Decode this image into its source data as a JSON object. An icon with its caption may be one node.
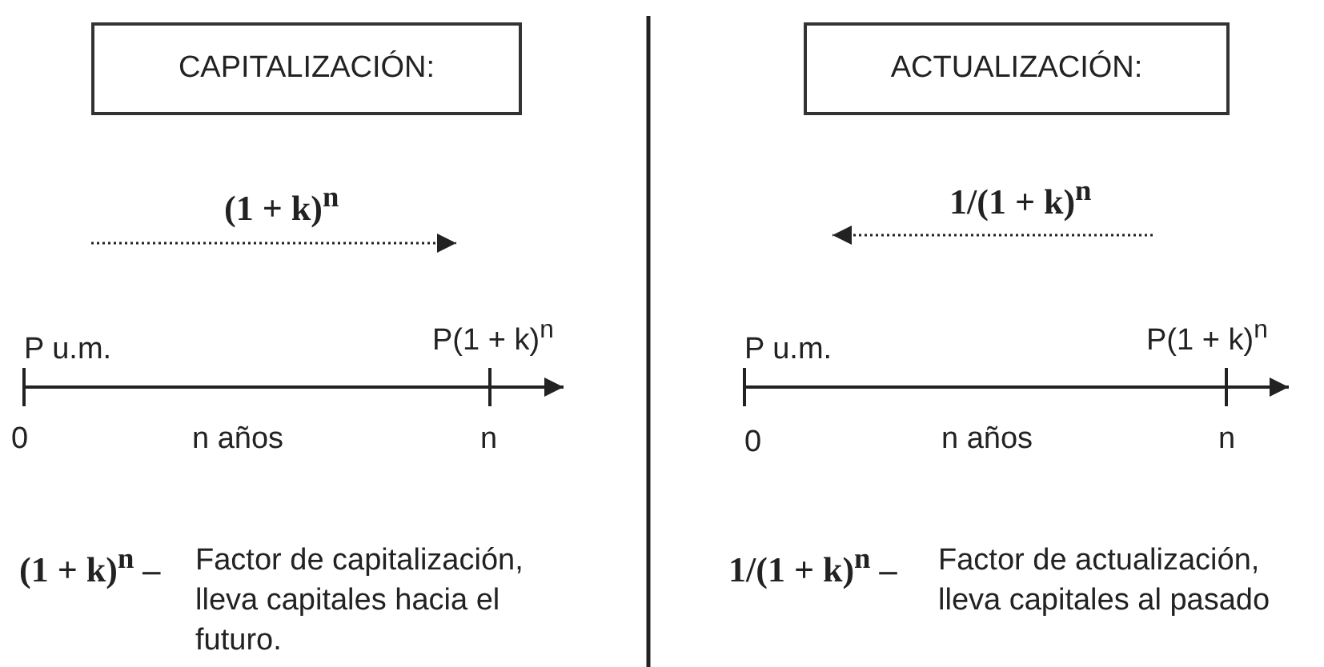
{
  "diagram": {
    "nodes": [
      {
        "text": [
          "CAPITALIZACIÓN:"
        ]
      },
      {
        "text": [
          "ACTUALIZACIÓN:"
        ]
      }
    ],
    "labels": [
      "(1 + k)$^{n}$",
      "P u.m.",
      "P(1 + k)$^{n}$",
      "0",
      "n años",
      "n",
      "(1 + k)$^{n}$ –",
      "Factor de capitalización, lleva capitales hacia el futuro.",
      "1/(1 + k)$^{n}$",
      "P u.m.",
      "P(1 + k)$^{n}$",
      "0",
      "n años",
      "n",
      "1/(1 + k)$^{n}$ –",
      "Factor de actualización, lleva capitales al pasado"
    ]
  }
}
